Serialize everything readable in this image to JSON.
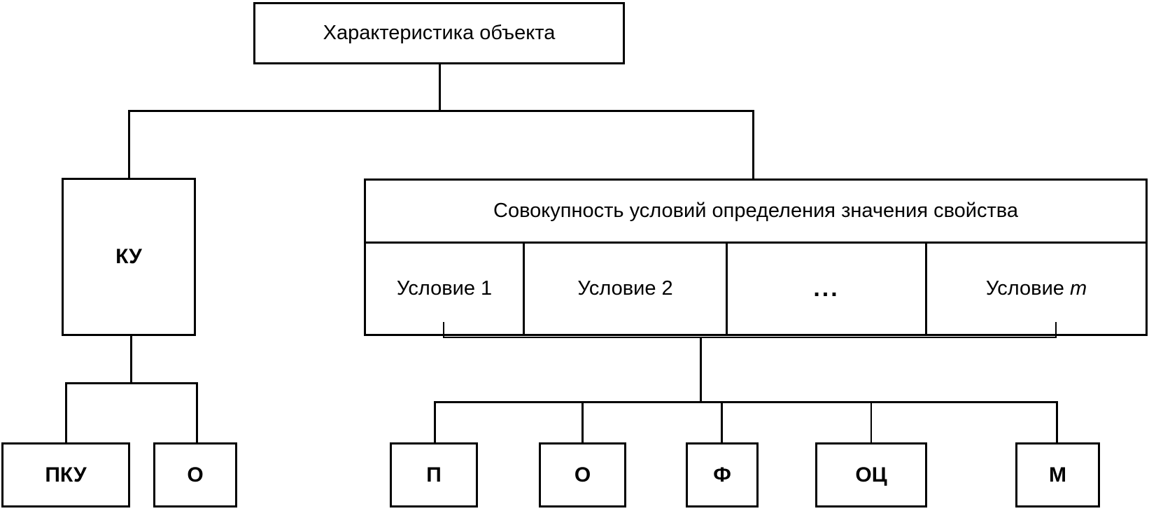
{
  "diagram": {
    "title_box": {
      "label": "Характеристика объекта"
    },
    "left_branch": {
      "parent": {
        "label": "КУ"
      },
      "children": [
        {
          "label": "ПКУ"
        },
        {
          "label": "О"
        }
      ]
    },
    "right_branch": {
      "group_header": {
        "label": "Совокупность условий определения значения свойства"
      },
      "cells": [
        {
          "label": "Условие 1"
        },
        {
          "label": "Условие 2"
        },
        {
          "label": "..."
        },
        {
          "label_prefix": "Условие ",
          "label_italic": "m"
        }
      ],
      "children": [
        {
          "label": "П"
        },
        {
          "label": "О"
        },
        {
          "label": "Ф"
        },
        {
          "label": "ОЦ"
        },
        {
          "label": "М"
        }
      ]
    },
    "colors": {
      "stroke": "#000000",
      "background": "#ffffff",
      "text": "#000000"
    }
  }
}
